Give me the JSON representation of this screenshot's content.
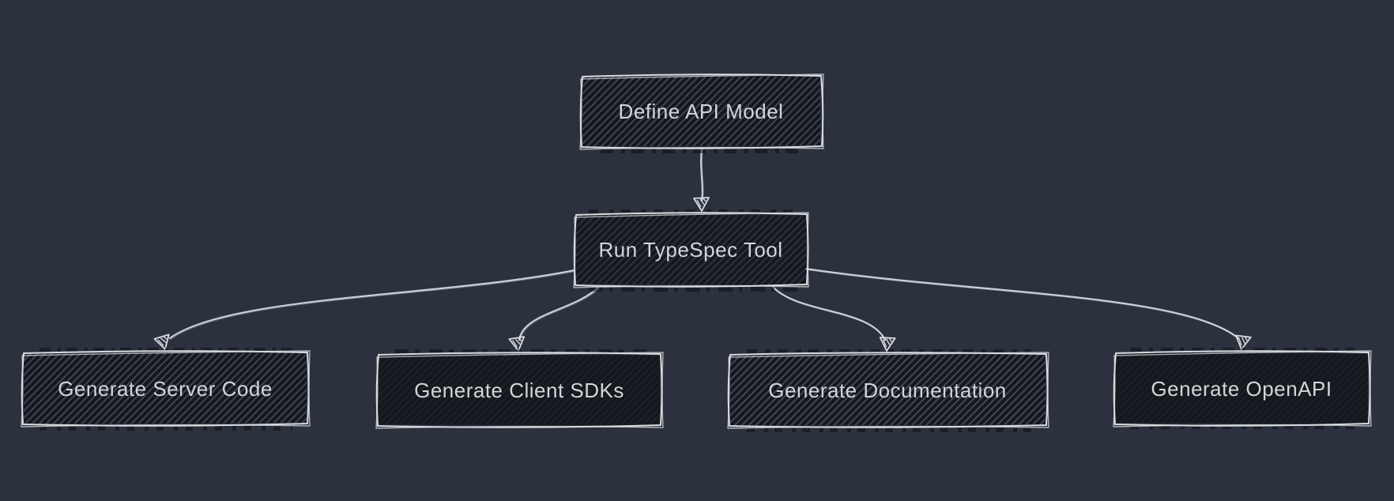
{
  "diagram": {
    "type": "flowchart",
    "nodes": [
      {
        "label": "Define API Model"
      },
      {
        "label": "Run TypeSpec Tool"
      },
      {
        "label": "Generate Server Code"
      },
      {
        "label": "Generate Client SDKs"
      },
      {
        "label": "Generate Documentation"
      },
      {
        "label": "Generate OpenAPI"
      }
    ],
    "edges": [
      {
        "from": "Define API Model",
        "to": "Run TypeSpec Tool"
      },
      {
        "from": "Run TypeSpec Tool",
        "to": "Generate Server Code"
      },
      {
        "from": "Run TypeSpec Tool",
        "to": "Generate Client SDKs"
      },
      {
        "from": "Run TypeSpec Tool",
        "to": "Generate Documentation"
      },
      {
        "from": "Run TypeSpec Tool",
        "to": "Generate OpenAPI"
      }
    ],
    "colors": {
      "background": "#2b313d",
      "node_fill": "#15171d",
      "node_hatch": "#454e61",
      "node_stroke": "#d9dce0",
      "edge_stroke": "#ccd0d5",
      "text": "#d3d5d8"
    }
  }
}
